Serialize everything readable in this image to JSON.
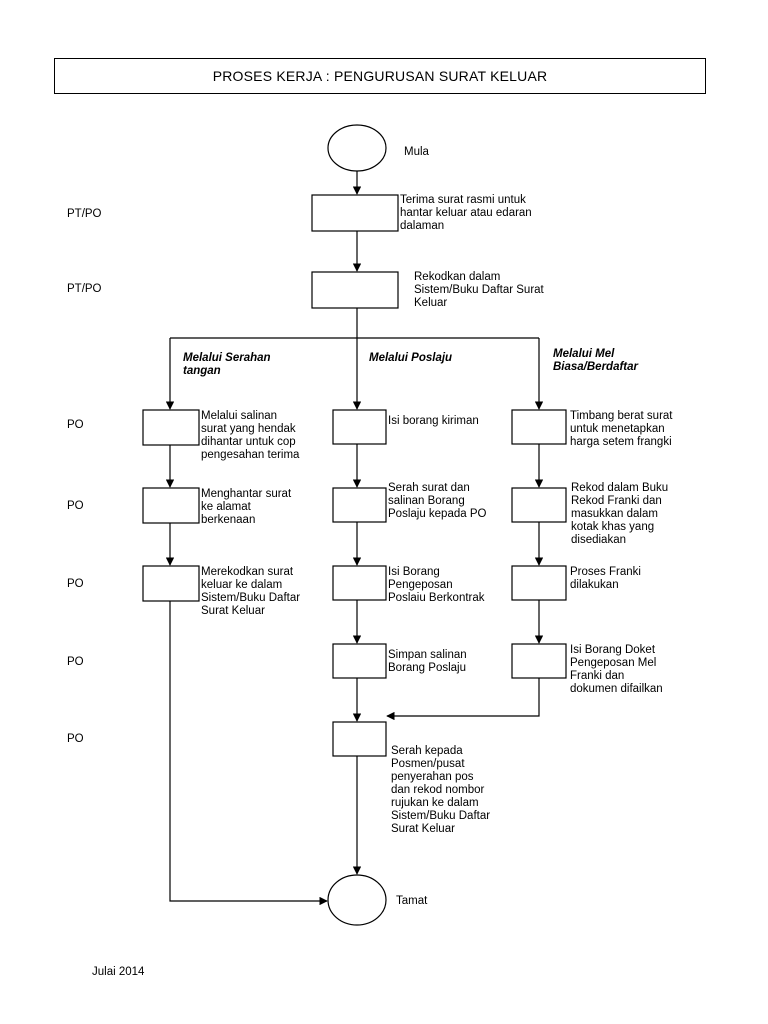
{
  "title": "PROSES KERJA : PENGURUSAN SURAT KELUAR",
  "roles": [
    "PT/PO",
    "PT/PO",
    "PO",
    "PO",
    "PO",
    "PO",
    "PO"
  ],
  "terminals": {
    "start": "Mula",
    "end": "Tamat"
  },
  "steps": {
    "receive": "Terima surat rasmi untuk\nhantar keluar atau edaran\ndalaman",
    "record": "Rekodkan dalam\nSistem/Buku  Daftar Surat\nKeluar",
    "final": "Serah kepada\nPosmen/pusat\npenyerahan pos\ndan rekod nombor\nrujukan ke dalam\nSistem/Buku Daftar\nSurat Keluar"
  },
  "branches": [
    {
      "label": "Melalui Serahan\ntangan",
      "steps": [
        "Melalui salinan\nsurat yang hendak\ndihantar untuk cop\npengesahan terima",
        "Menghantar surat\nke alamat\nberkenaan",
        "Merekodkan surat\nkeluar ke dalam\nSistem/Buku Daftar\nSurat Keluar"
      ]
    },
    {
      "label": "Melalui Poslaju",
      "steps": [
        "Isi borang kiriman",
        "Serah surat dan\nsalinan Borang\nPoslaju kepada PO",
        "Isi Borang\nPengeposan\nPoslaiu Berkontrak",
        "Simpan salinan\nBorang Poslaju"
      ]
    },
    {
      "label": "Melalui Mel\nBiasa/Berdaftar",
      "steps": [
        "Timbang berat surat\nuntuk menetapkan\nharga setem frangki",
        "Rekod dalam Buku\nRekod Franki dan\nmasukkan dalam\nkotak khas yang\ndisediakan",
        "Proses Franki\ndilakukan",
        "Isi Borang Doket\nPengeposan Mel\nFranki dan\ndokumen difailkan"
      ]
    }
  ],
  "footer": "Julai 2014"
}
